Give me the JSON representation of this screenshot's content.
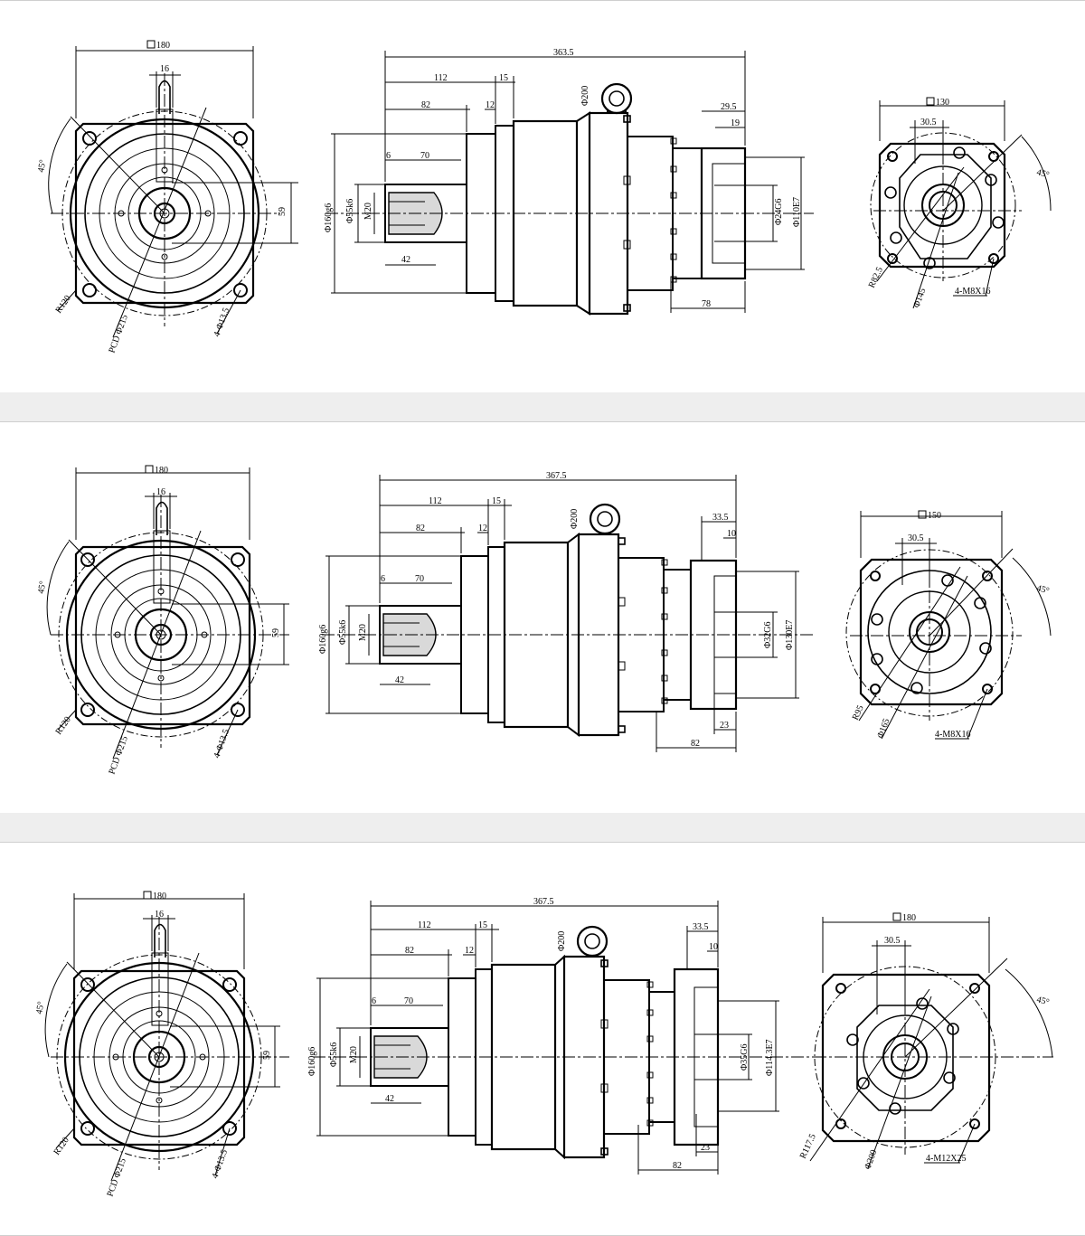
{
  "panels": [
    {
      "front": {
        "square": "180",
        "key_width": "16",
        "key_offset": "59",
        "angle": "45°",
        "radius": "R120",
        "pcd": "PCD Φ215",
        "holes": "4-Φ13.5"
      },
      "side": {
        "total": "363.5",
        "d112": "112",
        "d15": "15",
        "d82": "82",
        "d12": "12",
        "d6": "6",
        "d70": "70",
        "d42": "42",
        "shaft_tol": "Φ160g6",
        "shaft_dia": "Φ55k6",
        "thread": "M20",
        "ring": "Φ200",
        "in_a": "29.5",
        "in_b": "19",
        "in_bore": "Φ24G6",
        "in_pilot": "Φ110E7",
        "in_bottom": "",
        "in_len": "78"
      },
      "input": {
        "square": "130",
        "d30": "30.5",
        "angle": "45°",
        "radius": "R82.5",
        "pcd": "Φ145",
        "holes": "4-M8X16"
      }
    },
    {
      "front": {
        "square": "180",
        "key_width": "16",
        "key_offset": "59",
        "angle": "45°",
        "radius": "R120",
        "pcd": "PCD Φ215",
        "holes": "4-Φ13.5"
      },
      "side": {
        "total": "367.5",
        "d112": "112",
        "d15": "15",
        "d82": "82",
        "d12": "12",
        "d6": "6",
        "d70": "70",
        "d42": "42",
        "shaft_tol": "Φ160g6",
        "shaft_dia": "Φ55k6",
        "thread": "M20",
        "ring": "Φ200",
        "in_a": "33.5",
        "in_b": "10",
        "in_bore": "Φ32G6",
        "in_pilot": "Φ130E7",
        "in_bottom": "23",
        "in_len": "82"
      },
      "input": {
        "square": "150",
        "d30": "30.5",
        "angle": "45°",
        "radius": "R95",
        "pcd": "Φ165",
        "holes": "4-M8X16"
      }
    },
    {
      "front": {
        "square": "180",
        "key_width": "16",
        "key_offset": "59",
        "angle": "45°",
        "radius": "R120",
        "pcd": "PCD Φ215",
        "holes": "4-Φ13.5"
      },
      "side": {
        "total": "367.5",
        "d112": "112",
        "d15": "15",
        "d82": "82",
        "d12": "12",
        "d6": "6",
        "d70": "70",
        "d42": "42",
        "shaft_tol": "Φ160g6",
        "shaft_dia": "Φ55k6",
        "thread": "M20",
        "ring": "Φ200",
        "in_a": "33.5",
        "in_b": "10",
        "in_bore": "Φ35G6",
        "in_pilot": "Φ114.3E7",
        "in_bottom": "23",
        "in_len": "82"
      },
      "input": {
        "square": "180",
        "d30": "30.5",
        "angle": "45°",
        "radius": "R117.5",
        "pcd": "Φ200",
        "holes": "4-M12X25"
      }
    }
  ]
}
